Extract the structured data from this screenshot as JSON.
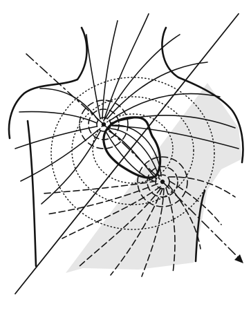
{
  "figure": {
    "subject": "torso",
    "ink_color": "#141414",
    "shade_color": "#e6e6e6",
    "background": "#ffffff",
    "poles": [
      "positive-pole",
      "negative-pole"
    ]
  }
}
